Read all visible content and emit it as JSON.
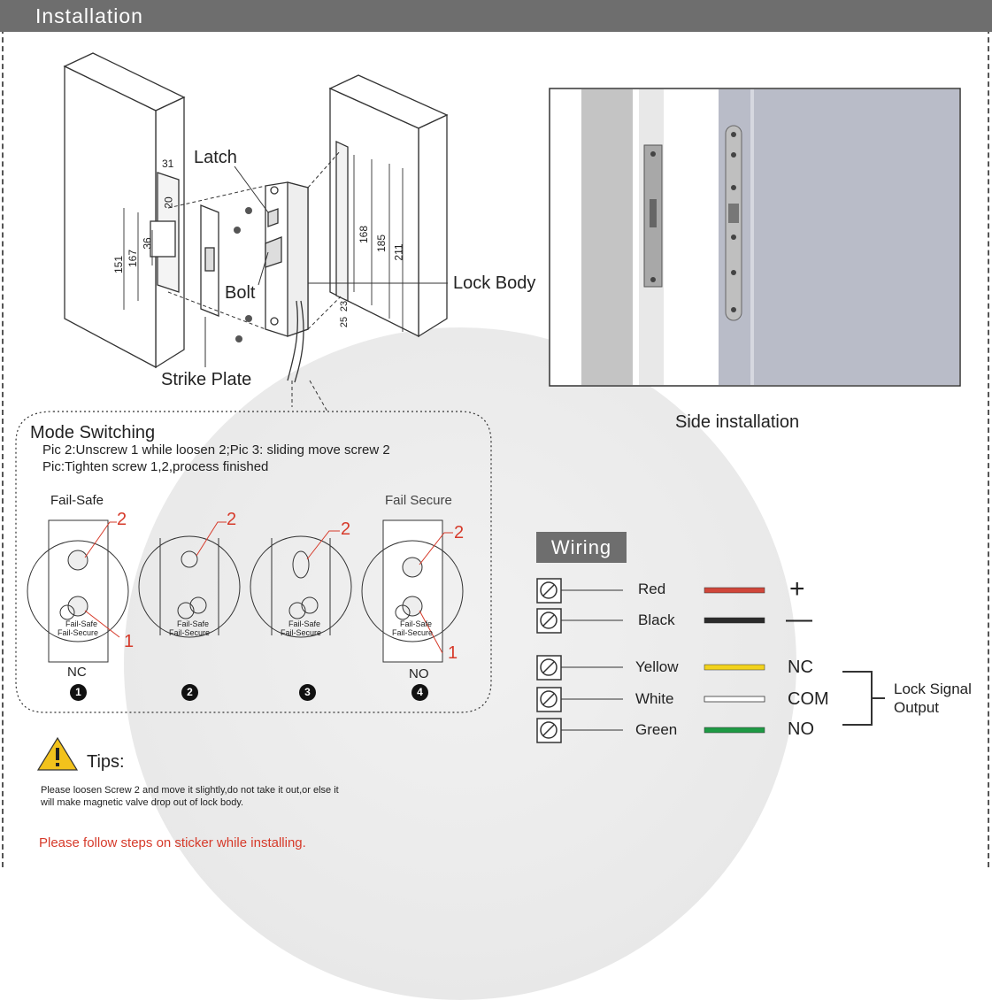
{
  "header": {
    "title": "Installation"
  },
  "diagram": {
    "labels": {
      "latch": "Latch",
      "bolt": "Bolt",
      "lock_body": "Lock Body",
      "strike_plate": "Strike Plate",
      "dimensions": [
        "31",
        "20",
        "36",
        "151",
        "167",
        "168",
        "185",
        "211",
        "23",
        "25"
      ]
    }
  },
  "side_installation": {
    "caption": "Side installation"
  },
  "mode_switching": {
    "title": "Mode Switching",
    "lines": [
      "Pic 2:Unscrew 1 while loosen 2;Pic 3: sliding move screw 2",
      "Pic:Tighten screw 1,2,process finished"
    ],
    "fail_safe_title": "Fail-Safe",
    "fail_secure_title": "Fail Secure",
    "circle_text_a": "Fail-Safe",
    "circle_text_b": "Fail-Secure",
    "screw_1": "1",
    "screw_2": "2",
    "nc_label": "NC",
    "no_label": "NO",
    "pics": [
      "1",
      "2",
      "3",
      "4"
    ]
  },
  "tips": {
    "heading": "Tips:",
    "lines": [
      "Please loosen Screw 2 and move it slightly,do not take it out,or else it",
      "will make magnetic valve drop out of lock body."
    ],
    "warning": "Please follow steps on sticker while installing."
  },
  "wiring": {
    "title": "Wiring",
    "wires": [
      {
        "name": "Red",
        "color": "#d0463a",
        "symbol": "+"
      },
      {
        "name": "Black",
        "color": "#2b2b2b",
        "symbol": "—"
      },
      {
        "name": "Yellow",
        "color": "#f2d21c",
        "symbol": "NC"
      },
      {
        "name": "White",
        "color": "#ffffff",
        "symbol": "COM"
      },
      {
        "name": "Green",
        "color": "#1e9a44",
        "symbol": "NO"
      }
    ],
    "output_label": [
      "Lock Signal",
      "Output"
    ]
  }
}
